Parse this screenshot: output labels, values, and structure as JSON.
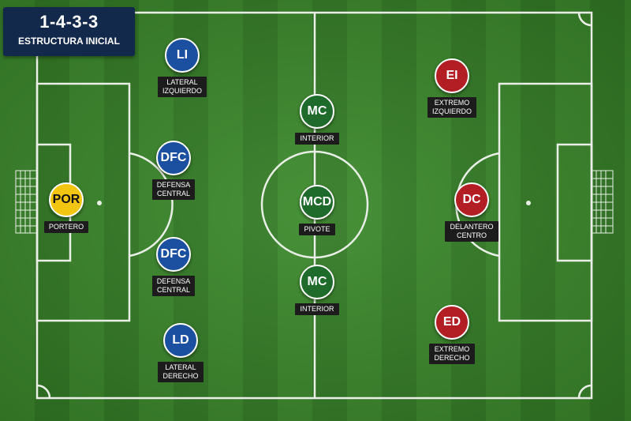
{
  "formation": {
    "title": "1-4-3-3",
    "subtitle": "ESTRUCTURA INICIAL"
  },
  "colors": {
    "defense": "#1b4fa0",
    "midfield": "#1f6b2c",
    "attack": "#b31e24",
    "goalkeeper": "#f2c510",
    "title_bg": "#13294b"
  },
  "players": [
    {
      "abbr": "POR",
      "role_lines": [
        "PORTERO"
      ],
      "color": "#f2c510"
    },
    {
      "abbr": "LI",
      "role_lines": [
        "LATERAL",
        "IZQUIERDO"
      ],
      "color": "#1b4fa0"
    },
    {
      "abbr": "DFC",
      "role_lines": [
        "DEFENSA",
        "CENTRAL"
      ],
      "color": "#1b4fa0"
    },
    {
      "abbr": "DFC",
      "role_lines": [
        "DEFENSA",
        "CENTRAL"
      ],
      "color": "#1b4fa0"
    },
    {
      "abbr": "LD",
      "role_lines": [
        "LATERAL",
        "DERECHO"
      ],
      "color": "#1b4fa0"
    },
    {
      "abbr": "MC",
      "role_lines": [
        "INTERIOR"
      ],
      "color": "#1f6b2c"
    },
    {
      "abbr": "MCD",
      "role_lines": [
        "PIVOTE"
      ],
      "color": "#1f6b2c"
    },
    {
      "abbr": "MC",
      "role_lines": [
        "INTERIOR"
      ],
      "color": "#1f6b2c"
    },
    {
      "abbr": "EI",
      "role_lines": [
        "EXTREMO",
        "IZQUIERDO"
      ],
      "color": "#b31e24"
    },
    {
      "abbr": "DC",
      "role_lines": [
        "DELANTERO",
        "CENTRO"
      ],
      "color": "#b31e24"
    },
    {
      "abbr": "ED",
      "role_lines": [
        "EXTREMO",
        "DERECHO"
      ],
      "color": "#b31e24"
    }
  ]
}
